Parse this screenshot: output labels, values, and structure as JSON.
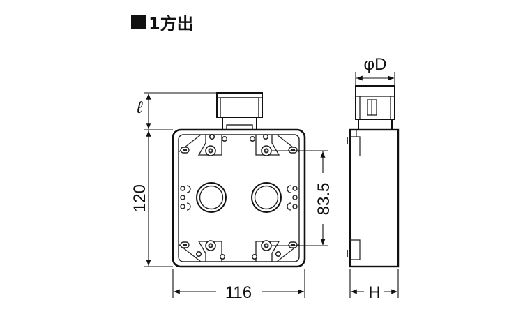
{
  "title": "1方出",
  "dimensions": {
    "length": "ℓ",
    "height": "120",
    "width": "116",
    "pitch": "83.5",
    "diameter": "φD",
    "depth": "H"
  }
}
